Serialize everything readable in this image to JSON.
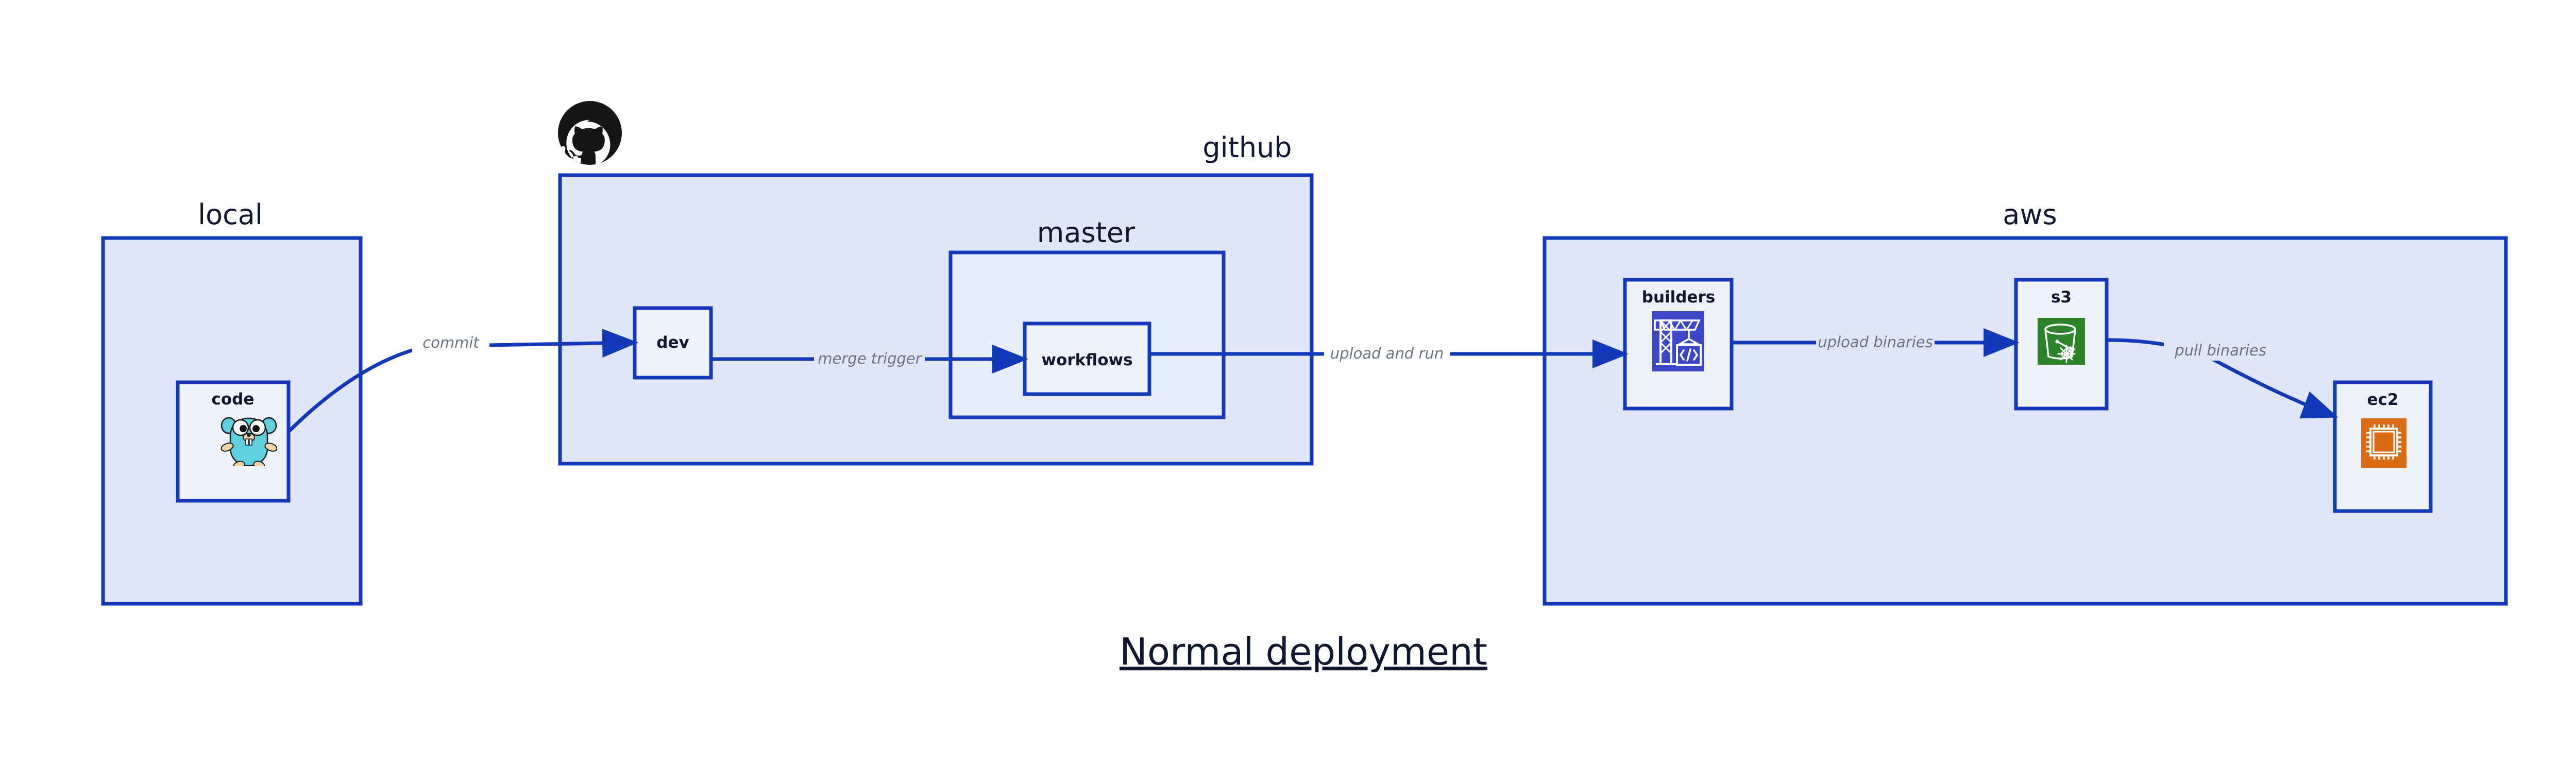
{
  "diagram": {
    "title": "Normal deployment",
    "groups": [
      {
        "id": "local",
        "label": "local"
      },
      {
        "id": "github",
        "label": "github"
      },
      {
        "id": "master",
        "label": "master"
      },
      {
        "id": "aws",
        "label": "aws"
      }
    ],
    "nodes": [
      {
        "id": "code",
        "label": "code",
        "icon": "go-gopher-icon",
        "group": "local"
      },
      {
        "id": "dev",
        "label": "dev",
        "icon": null,
        "group": "github"
      },
      {
        "id": "workflows",
        "label": "workflows",
        "icon": null,
        "group": "master"
      },
      {
        "id": "builders",
        "label": "builders",
        "icon": "aws-builders-icon",
        "group": "aws"
      },
      {
        "id": "s3",
        "label": "s3",
        "icon": "aws-s3-glacier-icon",
        "group": "aws"
      },
      {
        "id": "ec2",
        "label": "ec2",
        "icon": "aws-ec2-icon",
        "group": "aws"
      }
    ],
    "edges": [
      {
        "from": "code",
        "to": "dev",
        "label": "commit"
      },
      {
        "from": "dev",
        "to": "workflows",
        "label": "merge trigger"
      },
      {
        "from": "workflows",
        "to": "builders",
        "label": "upload and run"
      },
      {
        "from": "builders",
        "to": "s3",
        "label": "upload binaries"
      },
      {
        "from": "s3",
        "to": "ec2",
        "label": "pull binaries"
      }
    ],
    "logos": [
      {
        "id": "github-logo",
        "name": "github-octocat-icon"
      }
    ],
    "colors": {
      "stroke": "#1139ba",
      "container_fill": "#e0e6fa",
      "subcontainer_fill": "#e8edfb",
      "node_fill": "#eef2fc",
      "text": "#10172e",
      "edge_label": "#6b7280",
      "builders_icon_bg": "#3b47c7",
      "s3_icon_bg": "#2c8328",
      "ec2_icon_bg": "#dd6b14",
      "gopher_body": "#5fd0df",
      "background": "#ffffff"
    }
  }
}
